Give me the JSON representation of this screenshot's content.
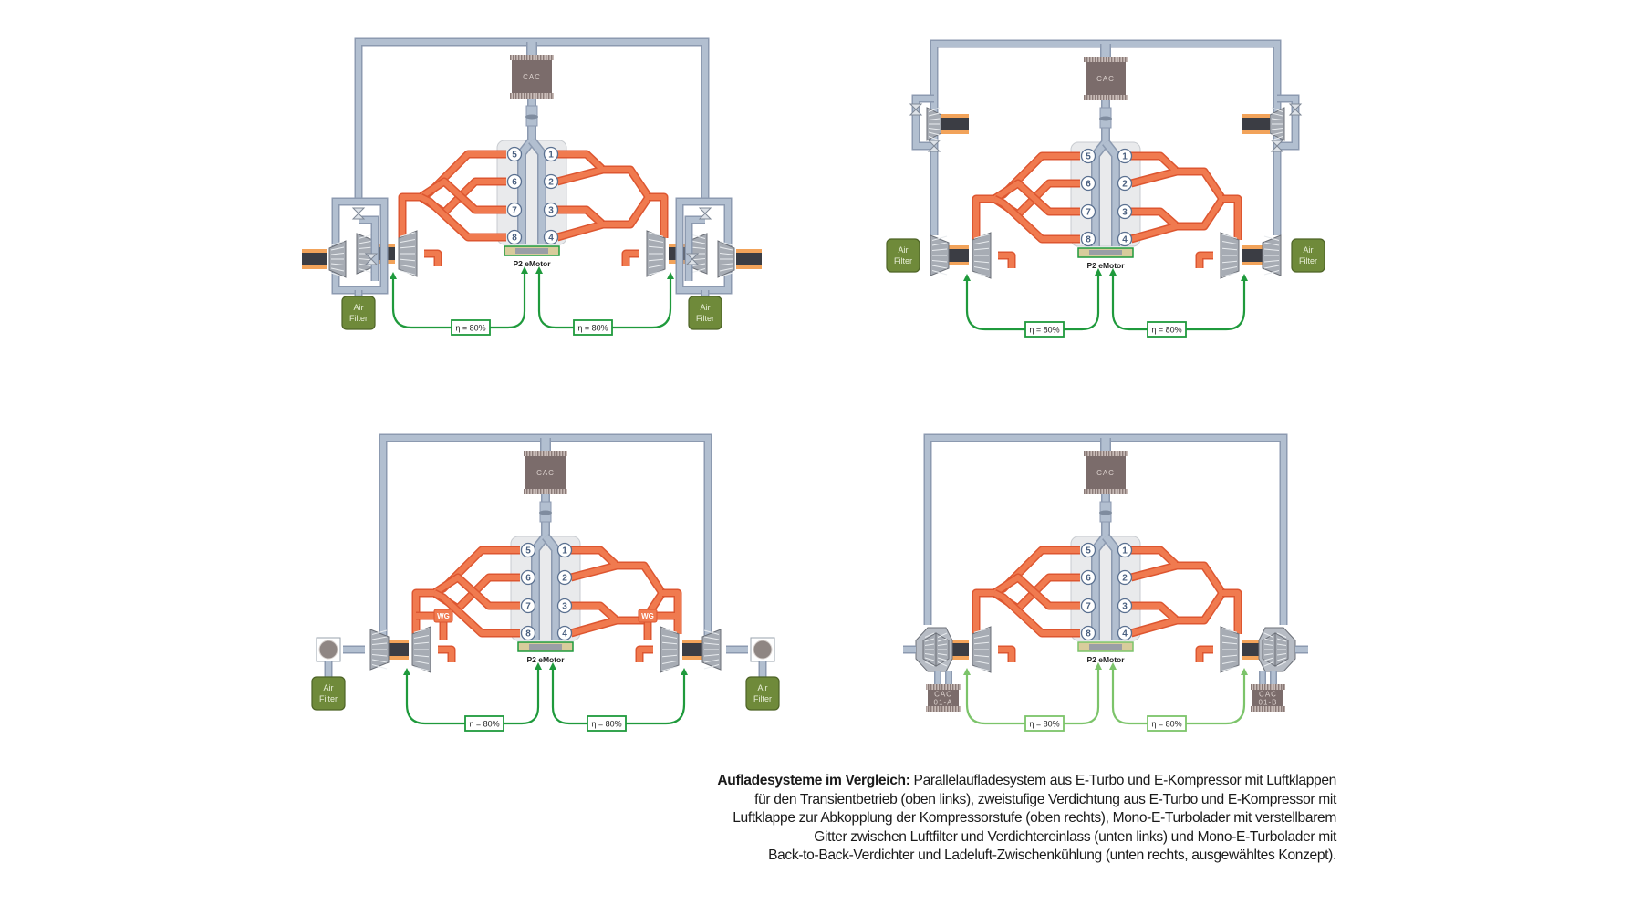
{
  "diagrams": [
    {
      "id": "oben-links",
      "variant": "bypass",
      "cac": "CAC",
      "cylinders_left": [
        "5",
        "6",
        "7",
        "8"
      ],
      "cylinders_right": [
        "1",
        "2",
        "3",
        "4"
      ],
      "emotor": "P2 eMotor",
      "eta": [
        "η = 80%",
        "η = 80%"
      ],
      "air_filter": [
        "Air",
        "Filter"
      ],
      "accent": "#1f9a3c"
    },
    {
      "id": "oben-rechts",
      "variant": "two-stage",
      "cac": "CAC",
      "cylinders_left": [
        "5",
        "6",
        "7",
        "8"
      ],
      "cylinders_right": [
        "1",
        "2",
        "3",
        "4"
      ],
      "emotor": "P2 eMotor",
      "eta": [
        "η = 80%",
        "η = 80%"
      ],
      "air_filter": [
        "Air",
        "Filter"
      ],
      "accent": "#1f9a3c"
    },
    {
      "id": "unten-links",
      "variant": "grid",
      "cac": "CAC",
      "cylinders_left": [
        "5",
        "6",
        "7",
        "8"
      ],
      "cylinders_right": [
        "1",
        "2",
        "3",
        "4"
      ],
      "emotor": "P2 eMotor",
      "eta": [
        "η = 80%",
        "η = 80%"
      ],
      "air_filter": [
        "Air",
        "Filter"
      ],
      "wastegate": "WG",
      "accent": "#1f9a3c"
    },
    {
      "id": "unten-rechts",
      "variant": "back-to-back",
      "cac": "CAC",
      "cylinders_left": [
        "5",
        "6",
        "7",
        "8"
      ],
      "cylinders_right": [
        "1",
        "2",
        "3",
        "4"
      ],
      "emotor": "P2 eMotor",
      "eta": [
        "η = 80%",
        "η = 80%"
      ],
      "side_cac": [
        [
          "CAC",
          "01-B"
        ],
        [
          "CAC",
          "01-A"
        ]
      ],
      "accent": "#7cc46a"
    }
  ],
  "colors": {
    "pipe": "#b2bfd0",
    "pipe_edge": "#8c9ab0",
    "exhaust": "#f07a4f",
    "exhaust_edge": "#dd5630",
    "cac": "#7b6c6b",
    "air_filter": "#6f8a3a"
  },
  "caption": {
    "lead": "Aufladesysteme im Vergleich:",
    "lines": [
      " Parallelaufladesystem aus E-Turbo und E-Kompressor mit Luftklappen",
      "für den Transientbetrieb (oben links), zweistufige Verdichtung aus E-Turbo und E-Kompressor mit",
      "Luftklappe zur Abkopplung der Kompressorstufe (oben rechts), Mono-E-Turbolader mit verstellbarem",
      "Gitter zwischen Luftfilter und Verdichtereinlass (unten links) und Mono-E-Turbolader mit",
      "Back-to-Back-Verdichter und Ladeluft-Zwischenkühlung (unten rechts, ausgewähltes Konzept)."
    ]
  }
}
